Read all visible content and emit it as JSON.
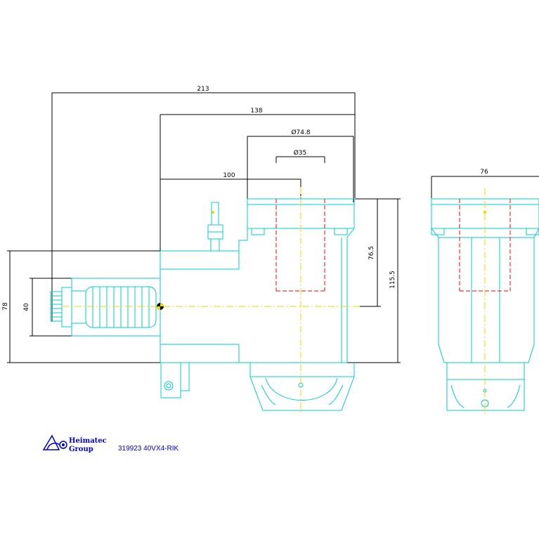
{
  "dimensions": {
    "overall_length": "213",
    "length_138": "138",
    "bore_diameter": "Ø74.8",
    "inner_diameter": "Ø35",
    "length_100": "100",
    "height_76_5": "76.5",
    "height_115_5": "115.5",
    "height_78": "78",
    "height_40": "40",
    "side_width": "76"
  },
  "title_block": {
    "logo_line1": "Heimatec",
    "logo_line2": "Group",
    "part_number": "319923 40VX4-RIK"
  },
  "colors": {
    "outline": "#00cccc",
    "dimension": "#000000",
    "hidden": "#ff0000",
    "centerline": "#e8d800",
    "caption": "#0000cc"
  }
}
